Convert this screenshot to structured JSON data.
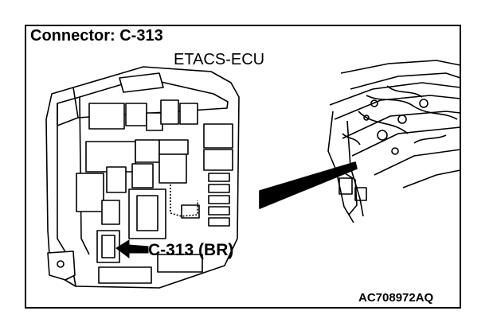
{
  "diagram": {
    "title": "Connector: C-313",
    "ecu_label": "ETACS-ECU",
    "callout_label": "C-313 (BR)",
    "figure_code": "AC708972AQ"
  },
  "colors": {
    "line": "#000000",
    "background": "#ffffff"
  }
}
